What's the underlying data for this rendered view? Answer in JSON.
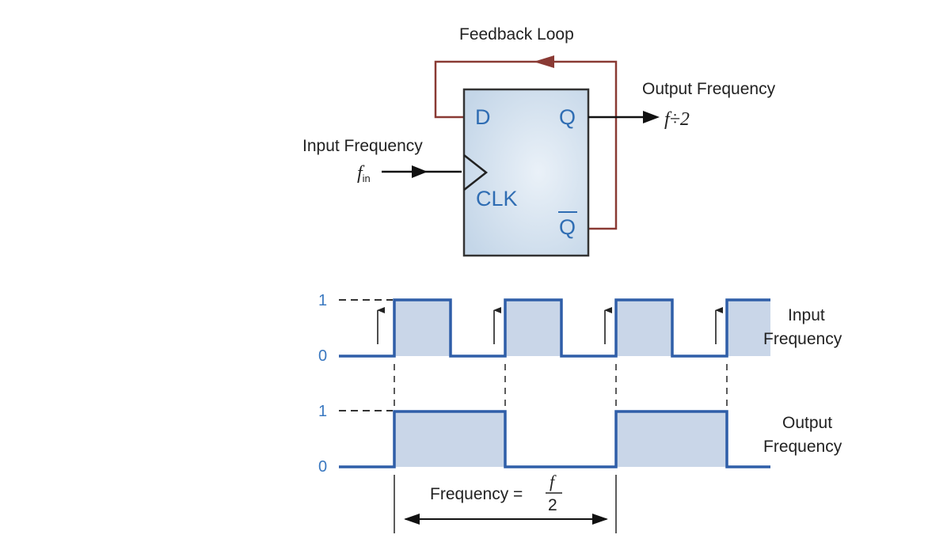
{
  "colors": {
    "pin_text": "#2f6db3",
    "block_fill": "#c9d9ea",
    "feedback_wire": "#8a3a34",
    "waveform": "#2f5ea8",
    "waveform_fill": "#c9d6e8",
    "tick_label": "#3a78c0",
    "arrow": "#111111"
  },
  "flipflop": {
    "pin_d": "D",
    "pin_q": "Q",
    "pin_q_bar": "Q",
    "pin_clk": "CLK",
    "feedback_label": "Feedback Loop",
    "input_label": "Input Frequency",
    "input_symbol": "f",
    "input_subscript": "in",
    "output_label": "Output Frequency",
    "output_symbol": "f÷2"
  },
  "timing": {
    "input": {
      "high_label": "1",
      "low_label": "0",
      "name_line1": "Input",
      "name_line2": "Frequency"
    },
    "output": {
      "high_label": "1",
      "low_label": "0",
      "name_line1": "Output",
      "name_line2": "Frequency"
    },
    "equation_text": "Frequency =",
    "equation_numerator": "f",
    "equation_denominator": "2"
  }
}
